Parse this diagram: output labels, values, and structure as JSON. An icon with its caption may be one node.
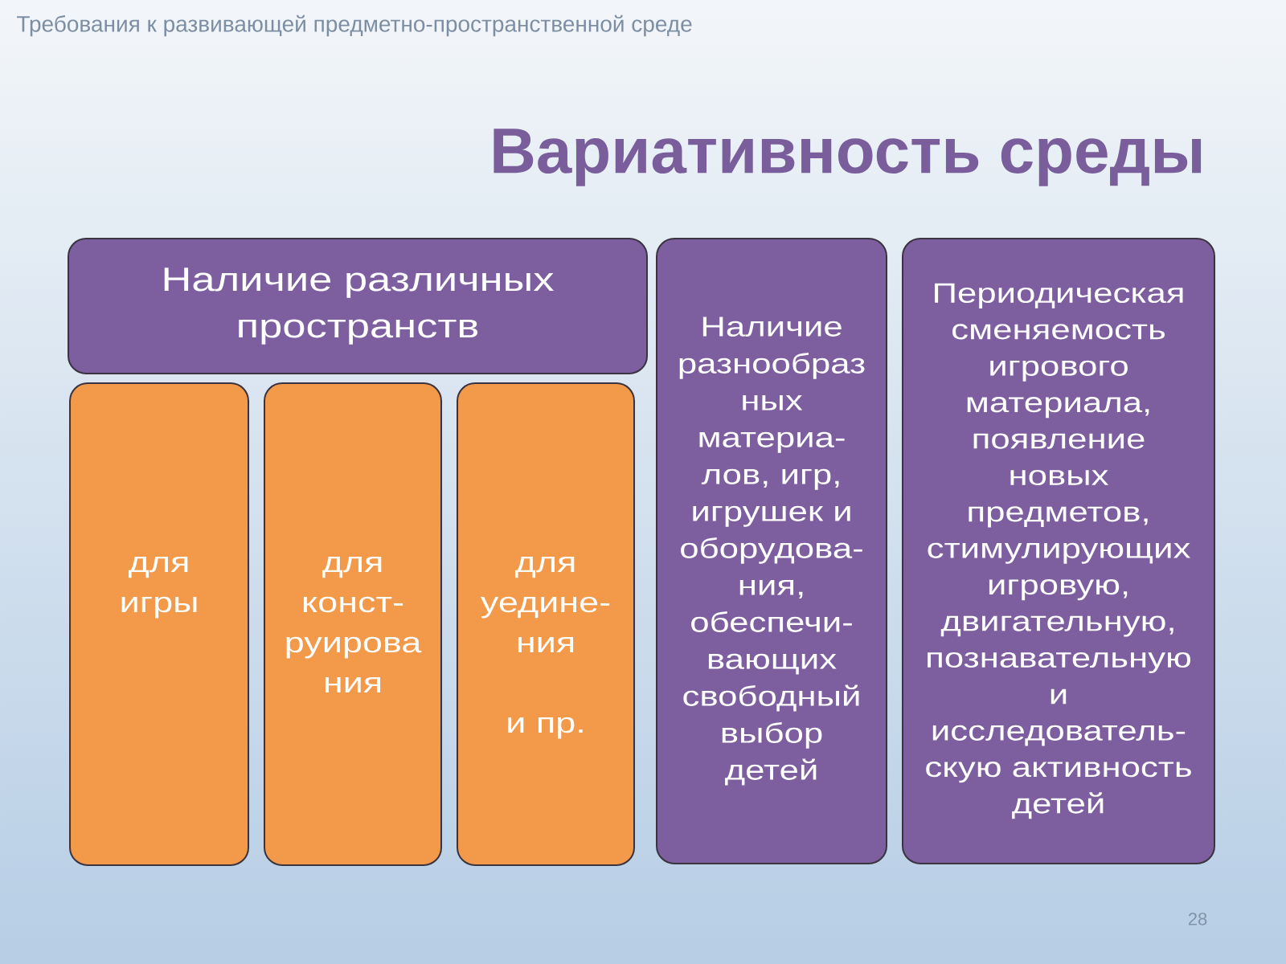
{
  "diagram": {
    "title": "Вариативность среды",
    "nodes": [
      {
        "text": [
          "Наличие различных пространств"
        ]
      },
      {
        "text": [
          "для игры"
        ]
      },
      {
        "text": [
          "для конст- руирова ния"
        ]
      },
      {
        "text": [
          "для уедине- ния",
          "и пр."
        ]
      },
      {
        "text": [
          "Наличие разнообраз ных материа- лов, игр, игрушек и оборудова- ния, обеспечи- вающих свободный выбор детей"
        ]
      },
      {
        "text": [
          "Периодическая сменяемость игрового материала, появление новых предметов, стимулирующих игровую, двигательную, познавательную и исследователь- скую активность детей"
        ]
      }
    ],
    "labels": [
      "Требования к развивающей предметно-пространственной среде",
      "28"
    ]
  }
}
